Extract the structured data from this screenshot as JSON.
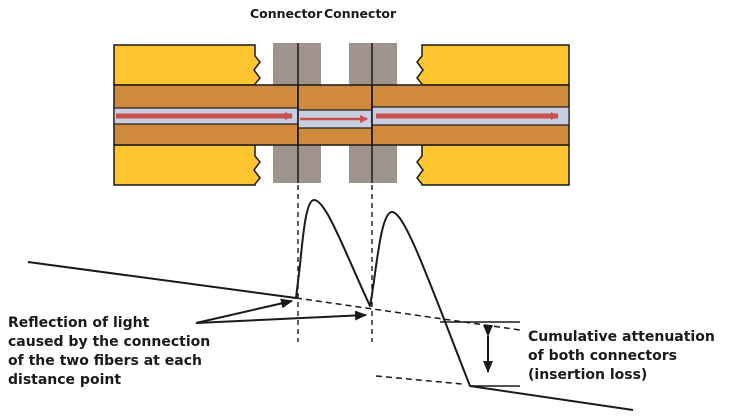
{
  "header": {
    "connector_1": "Connector",
    "connector_2": "Connector"
  },
  "reflection_label": [
    "Reflection of light",
    "caused by the connection",
    "of the two fibers at each",
    "distance point"
  ],
  "attenuation_label": [
    "Cumulative attenuation",
    "of both connectors",
    "(insertion loss)"
  ],
  "colors": {
    "jacket": "#FFC52E",
    "cladding": "#CF8A3E",
    "core": "#C8CDE0",
    "light_arrow": "#C8504D",
    "connector_ferrule": "#A0938B",
    "line": "#1a1a1a"
  }
}
